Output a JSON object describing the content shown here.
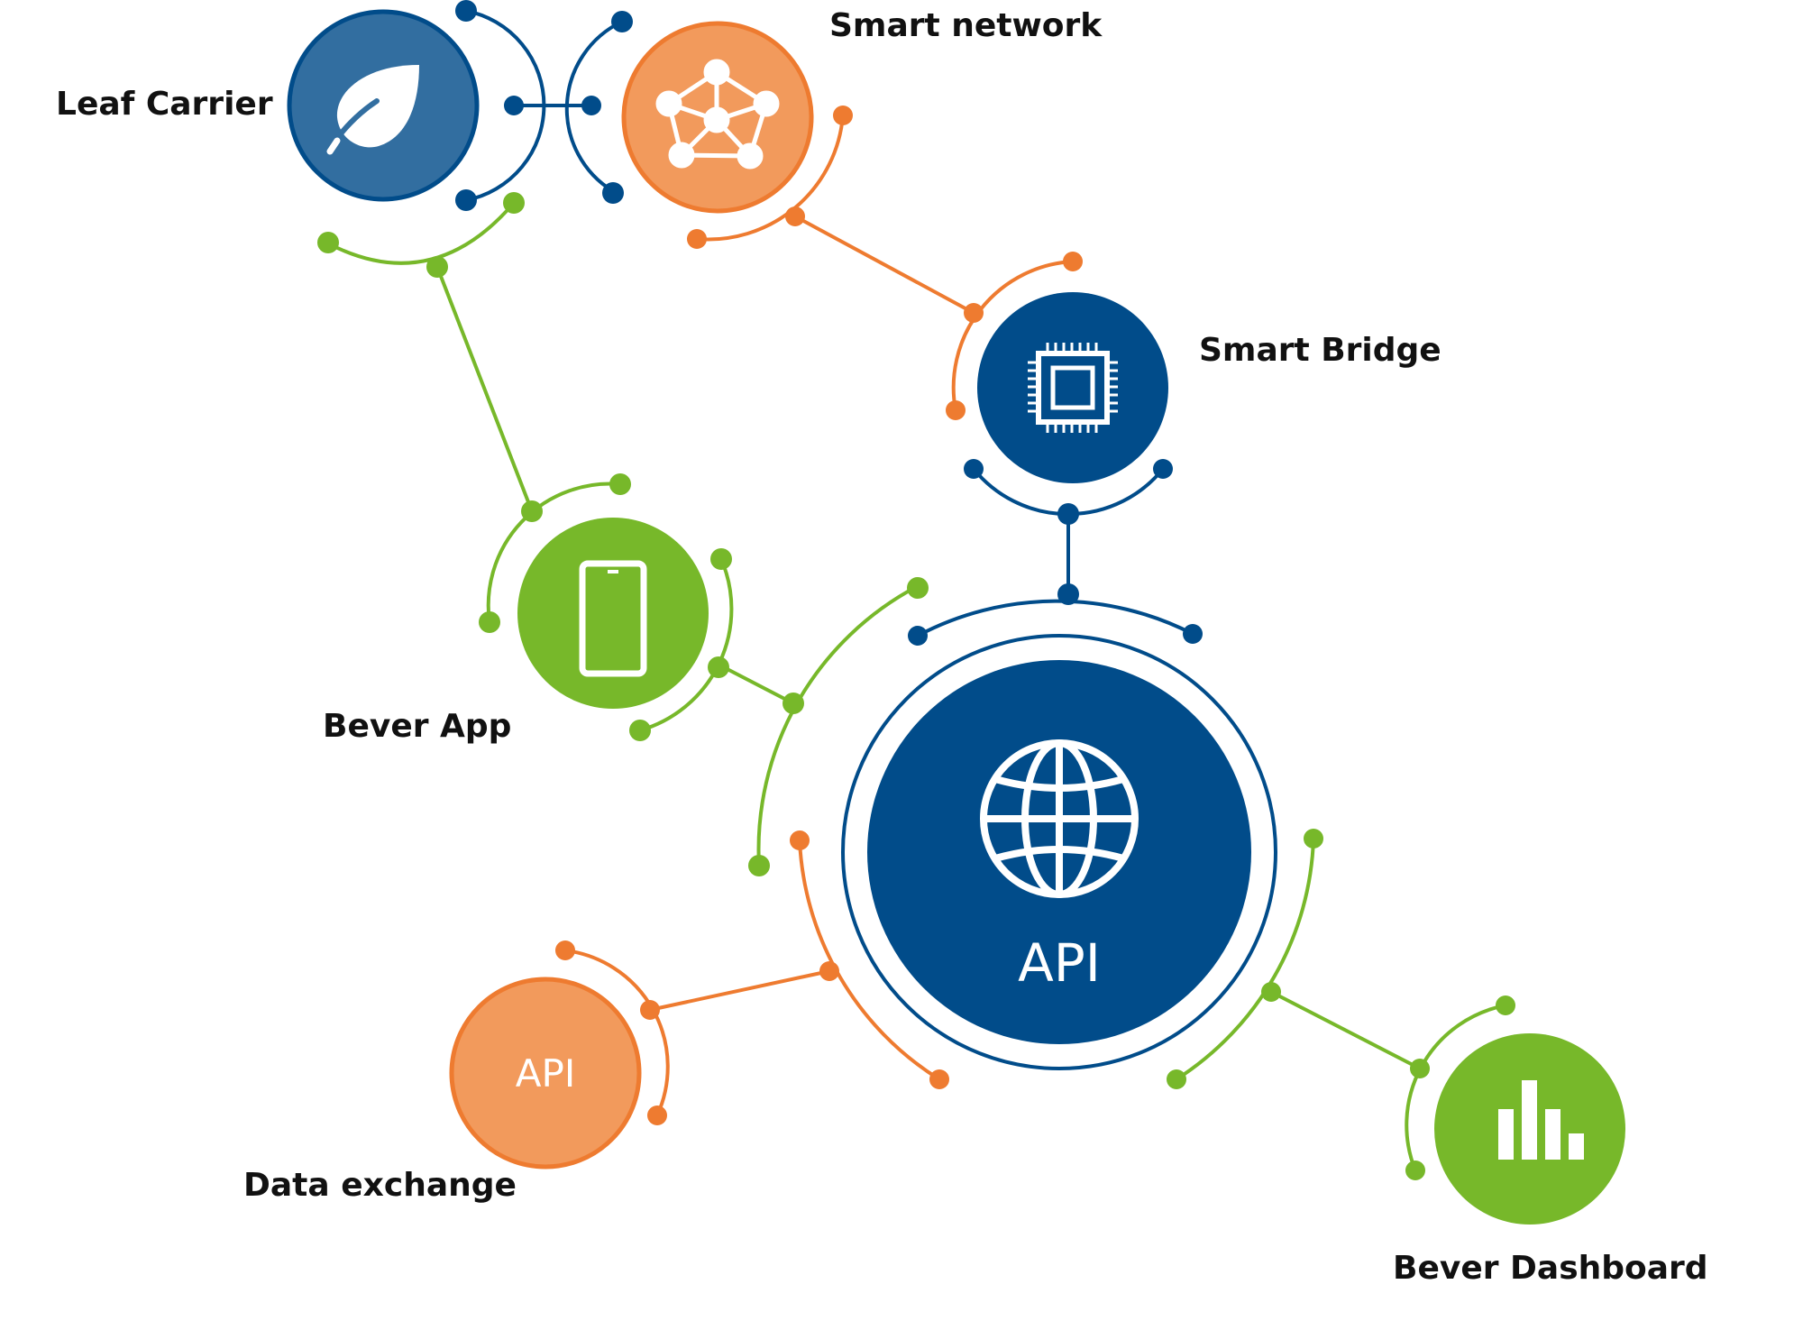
{
  "colors": {
    "blue": "#014c8a",
    "blue_light": "#326ea0",
    "orange": "#ee7b30",
    "orange_light": "#f29a5c",
    "green": "#77b82a"
  },
  "nodes": {
    "leaf_carrier": {
      "label": "Leaf Carrier",
      "icon": "leaf-icon"
    },
    "smart_network": {
      "label": "Smart network",
      "icon": "network-icon"
    },
    "smart_bridge": {
      "label": "Smart Bridge",
      "icon": "chip-icon"
    },
    "bever_app": {
      "label": "Bever App",
      "icon": "smartphone-icon"
    },
    "api_hub": {
      "label": "API",
      "icon": "globe-icon"
    },
    "data_exchange": {
      "label": "Data exchange",
      "inner_text": "API"
    },
    "bever_dashboard": {
      "label": "Bever Dashboard",
      "icon": "bar-chart-icon"
    }
  }
}
